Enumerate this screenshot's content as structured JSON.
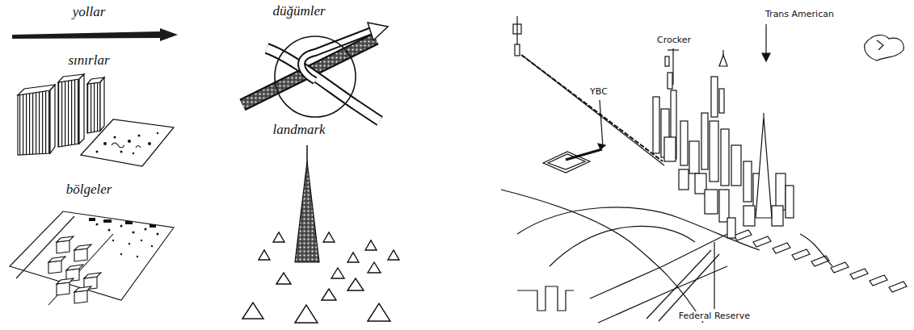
{
  "diagram": {
    "labels": [
      "yollar",
      "sınırlar",
      "bölgeler",
      "düğümler",
      "landmark",
      "YBC",
      "Crocker",
      "Trans American",
      "Federal Reserve"
    ]
  }
}
